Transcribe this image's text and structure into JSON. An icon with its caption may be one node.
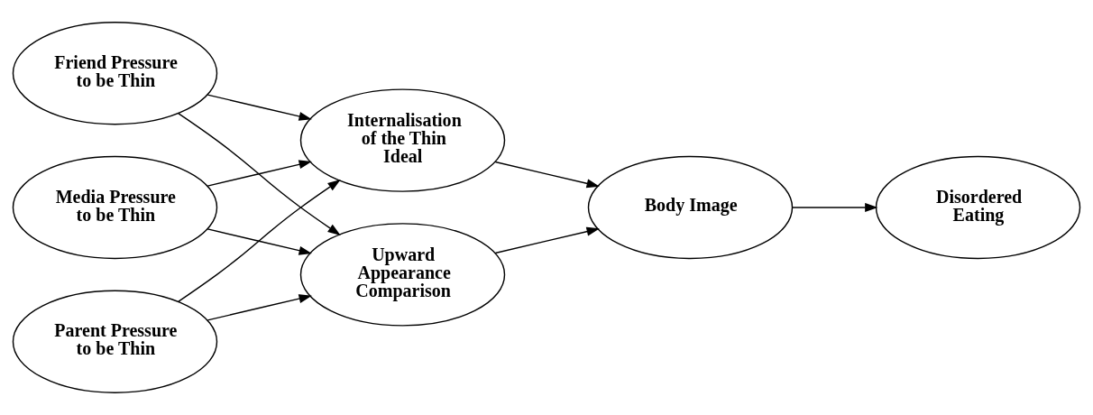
{
  "diagram": {
    "nodes": [
      {
        "text": [
          "Friend Pressure to be Thin"
        ]
      },
      {
        "text": [
          "Media Pressure to be Thin"
        ]
      },
      {
        "text": [
          "Parent Pressure to be Thin"
        ]
      },
      {
        "text": [
          "Internalisation of the Thin Ideal"
        ]
      },
      {
        "text": [
          "Upward Appearance Comparison"
        ]
      },
      {
        "text": [
          "Body Image"
        ]
      },
      {
        "text": [
          "Disordered Eating"
        ]
      }
    ],
    "edges": [
      {
        "from": 0,
        "to": 3,
        "arrow": "to"
      },
      {
        "from": 0,
        "to": 4,
        "arrow": "to"
      },
      {
        "from": 1,
        "to": 3,
        "arrow": "to"
      },
      {
        "from": 1,
        "to": 4,
        "arrow": "to"
      },
      {
        "from": 2,
        "to": 3,
        "arrow": "to"
      },
      {
        "from": 2,
        "to": 4,
        "arrow": "to"
      },
      {
        "from": 3,
        "to": 5,
        "arrow": "to"
      },
      {
        "from": 4,
        "to": 5,
        "arrow": "to"
      },
      {
        "from": 5,
        "to": 6,
        "arrow": "to"
      }
    ]
  }
}
